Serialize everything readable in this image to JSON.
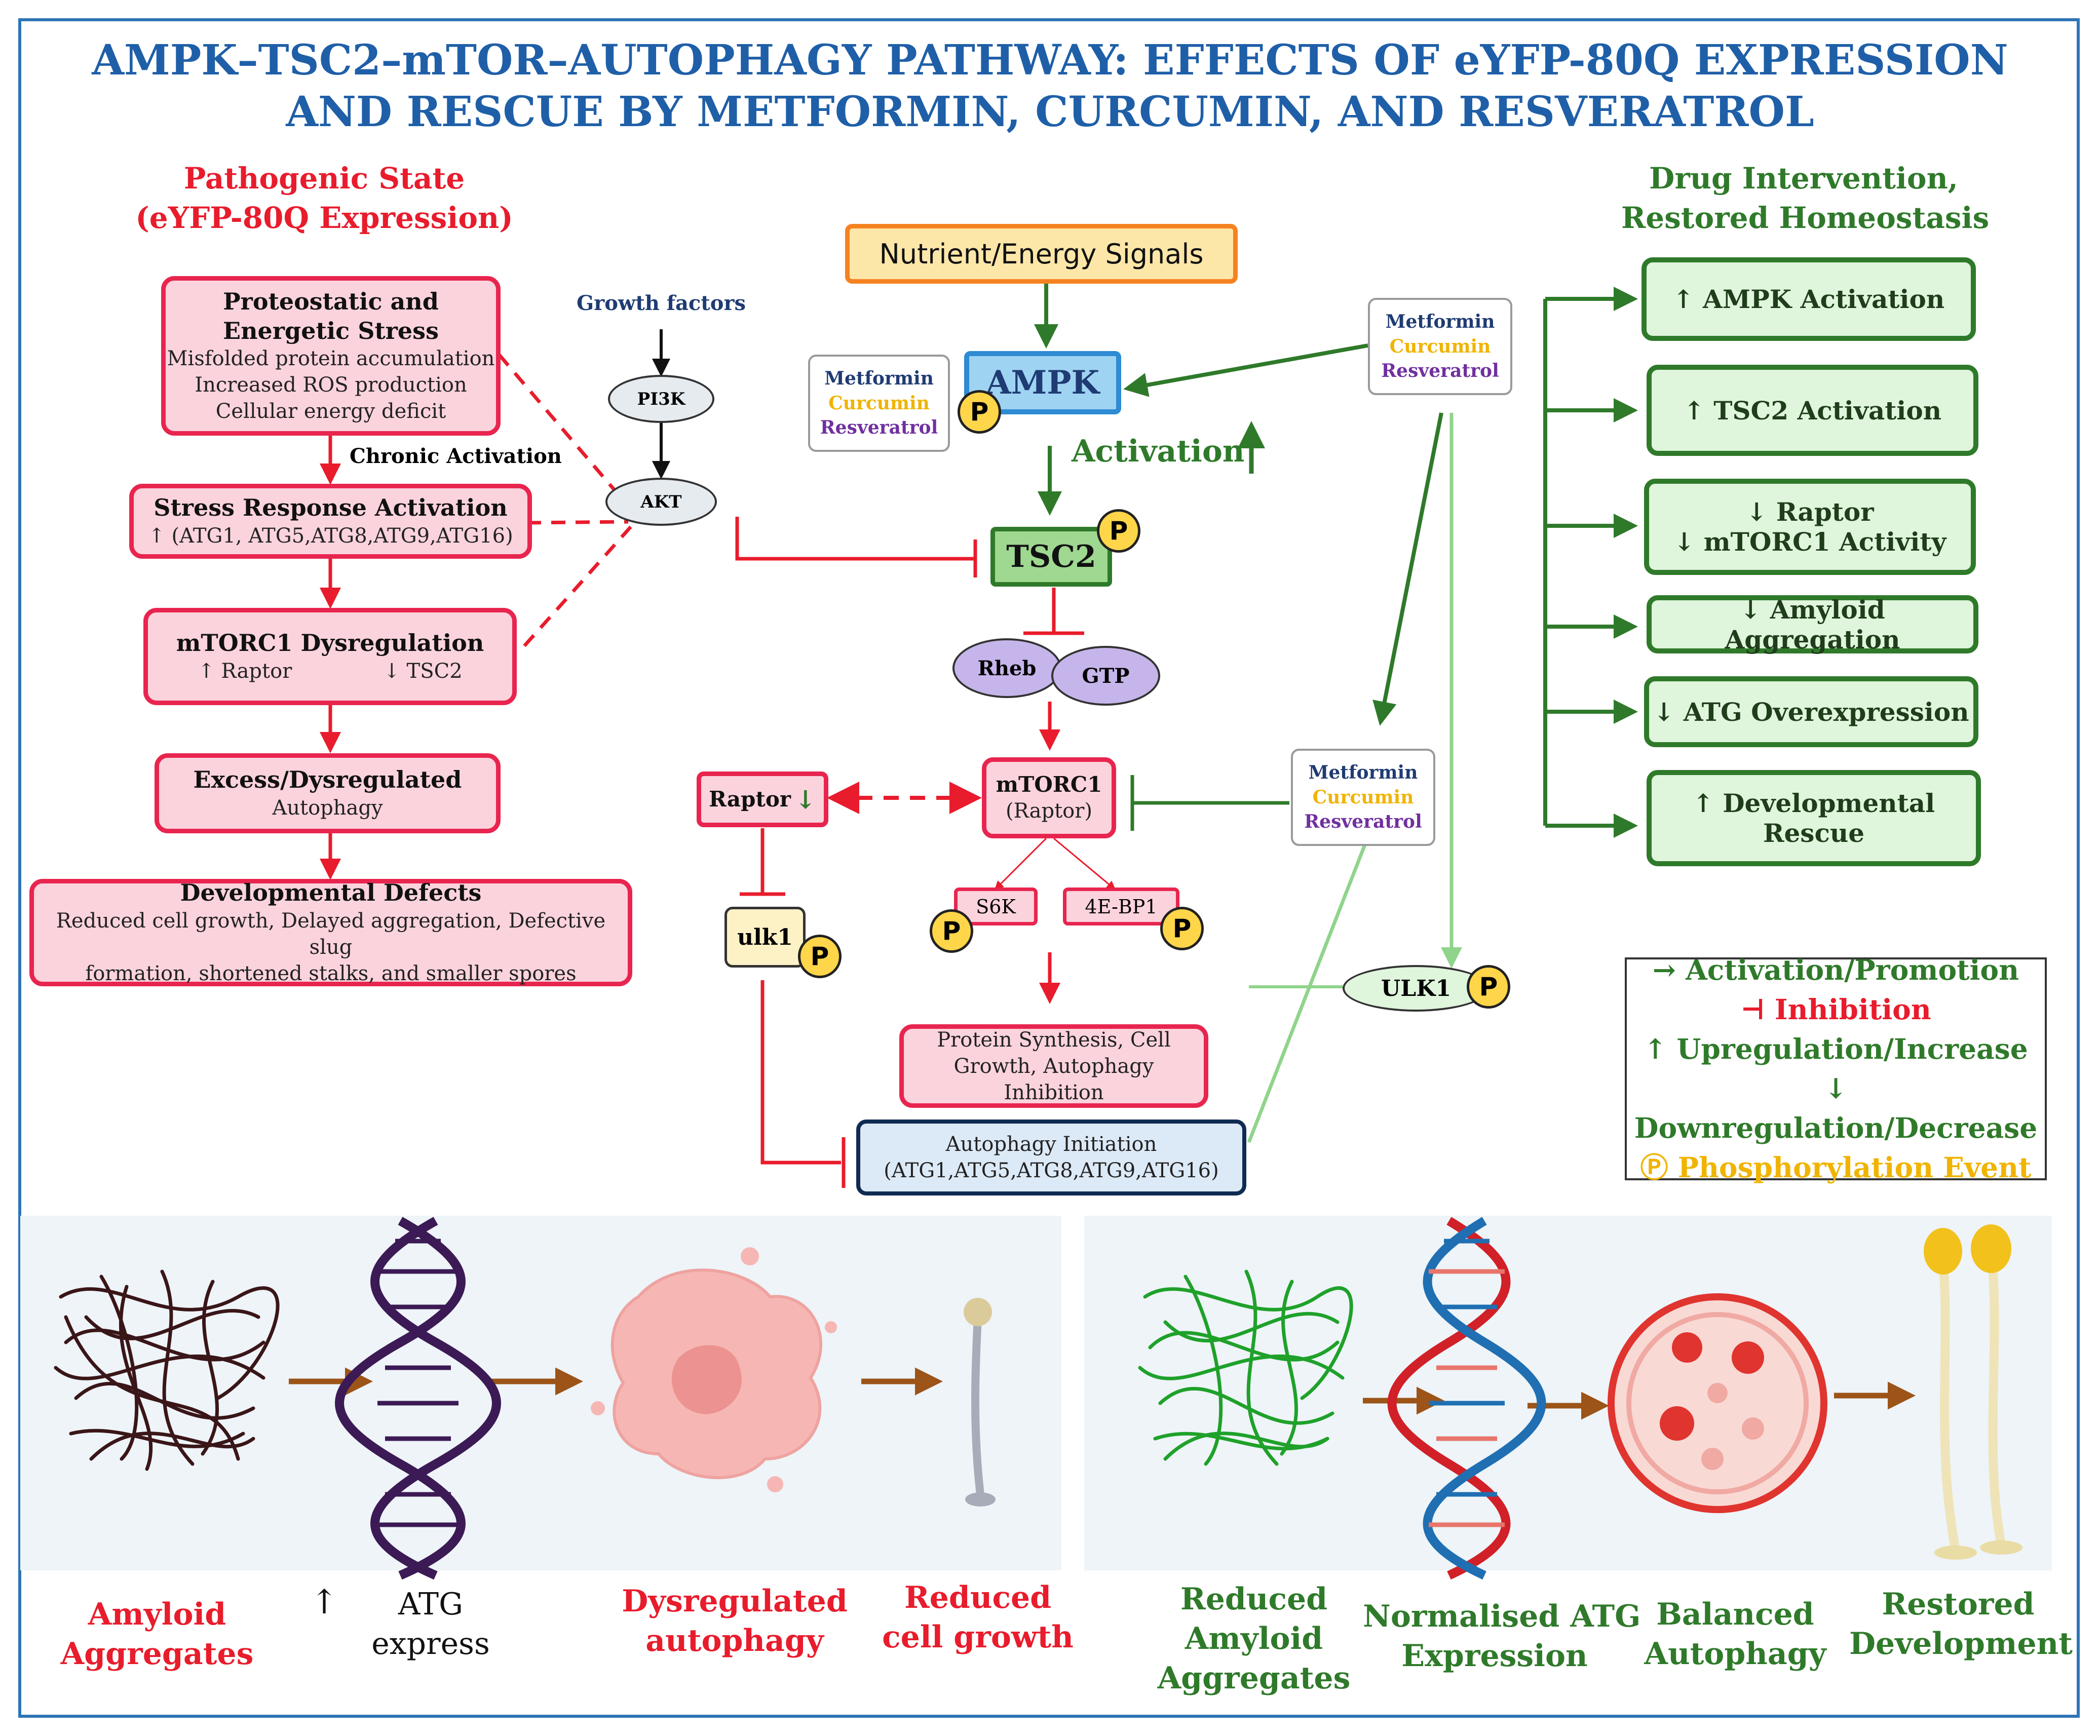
{
  "title": {
    "line1": "AMPK–TSC2–mTOR–AUTOPHAGY PATHWAY: EFFECTS OF eYFP-80Q EXPRESSION",
    "line2": "AND RESCUE BY METFORMIN, CURCUMIN, AND RESVERATROL"
  },
  "left": {
    "header1": "Pathogenic State",
    "header2": "(eYFP-80Q Expression)",
    "stress": {
      "title1": "Proteostatic and",
      "title2": "Energetic Stress",
      "l1": "Misfolded protein accumulation",
      "l2": "Increased ROS production",
      "l3": "Cellular energy deficit"
    },
    "chronic": "Chronic Activation",
    "response": {
      "title": "Stress Response Activation",
      "sub": "↑ (ATG1, ATG5,ATG8,ATG9,ATG16)"
    },
    "dysreg": {
      "title": "mTORC1 Dysregulation",
      "sub1": "↑ Raptor",
      "sub2": "↓ TSC2"
    },
    "excess": {
      "title": "Excess/Dysregulated",
      "sub": "Autophagy"
    },
    "defects": {
      "title": "Developmental Defects",
      "l1": "Reduced cell growth, Delayed aggregation, Defective slug",
      "l2": "formation, shortened stalks, and smaller spores"
    }
  },
  "center": {
    "growth": "Growth factors",
    "pi3k": "PI3K",
    "akt": "AKT",
    "nutrient": "Nutrient/Energy Signals",
    "ampk": "AMPK",
    "activation": "Activation",
    "activation_arrow": "↑",
    "tsc2": "TSC2",
    "rheb": "Rheb",
    "gtp": "GTP",
    "mtorc1": "mTORC1",
    "mtorc1_sub": "(Raptor)",
    "raptor": "Raptor",
    "raptor_arrow": "↓",
    "ulk1_small": "ulk1",
    "s6k": "S6K",
    "ebp": "4E-BP1",
    "synth1": "Protein Synthesis, Cell",
    "synth2": "Growth, Autophagy Inhibition",
    "init1": "Autophagy Initiation",
    "init2": "(ATG1,ATG5,ATG8,ATG9,ATG16)",
    "ulk1_big": "ULK1",
    "p": "P",
    "drugs": {
      "metformin": "Metformin",
      "curcumin": "Curcumin",
      "resveratrol": "Resveratrol"
    }
  },
  "right": {
    "header1": "Drug Intervention,",
    "header2": "Restored Homeostasis",
    "items": [
      "↑ AMPK Activation",
      "↑ TSC2 Activation",
      "↓ Raptor",
      "↓ mTORC1 Activity",
      "↓ Amyloid Aggregation",
      "↓ ATG Overexpression",
      "↑ Developmental Rescue"
    ]
  },
  "legend": {
    "activation": "→ Activation/Promotion",
    "inhibition": "⊣ Inhibition",
    "up": "↑ Upregulation/Increase",
    "down": "↓ Downregulation/Decrease",
    "phos": "Ⓟ Phosphorylation Event"
  },
  "bottom": {
    "left": {
      "c1a": "Amyloid",
      "c1b": "Aggregates",
      "c2arrow": "↑",
      "c2a": "ATG",
      "c2b": "express",
      "c3a": "Dysregulated",
      "c3b": "autophagy",
      "c4a": "Reduced",
      "c4b": "cell growth"
    },
    "right": {
      "c1a": "Reduced",
      "c1b": "Amyloid",
      "c1c": "Aggregates",
      "c2a": "Normalised ATG",
      "c2b": "Expression",
      "c3a": "Balanced",
      "c3b": "Autophagy",
      "c4a": "Restored",
      "c4b": "Development"
    }
  },
  "colors": {
    "title": "#1f5fa8",
    "pathogenic": "#e81c2c",
    "intervention": "#2f7a2a",
    "phosphorylation": "#f0b400"
  }
}
